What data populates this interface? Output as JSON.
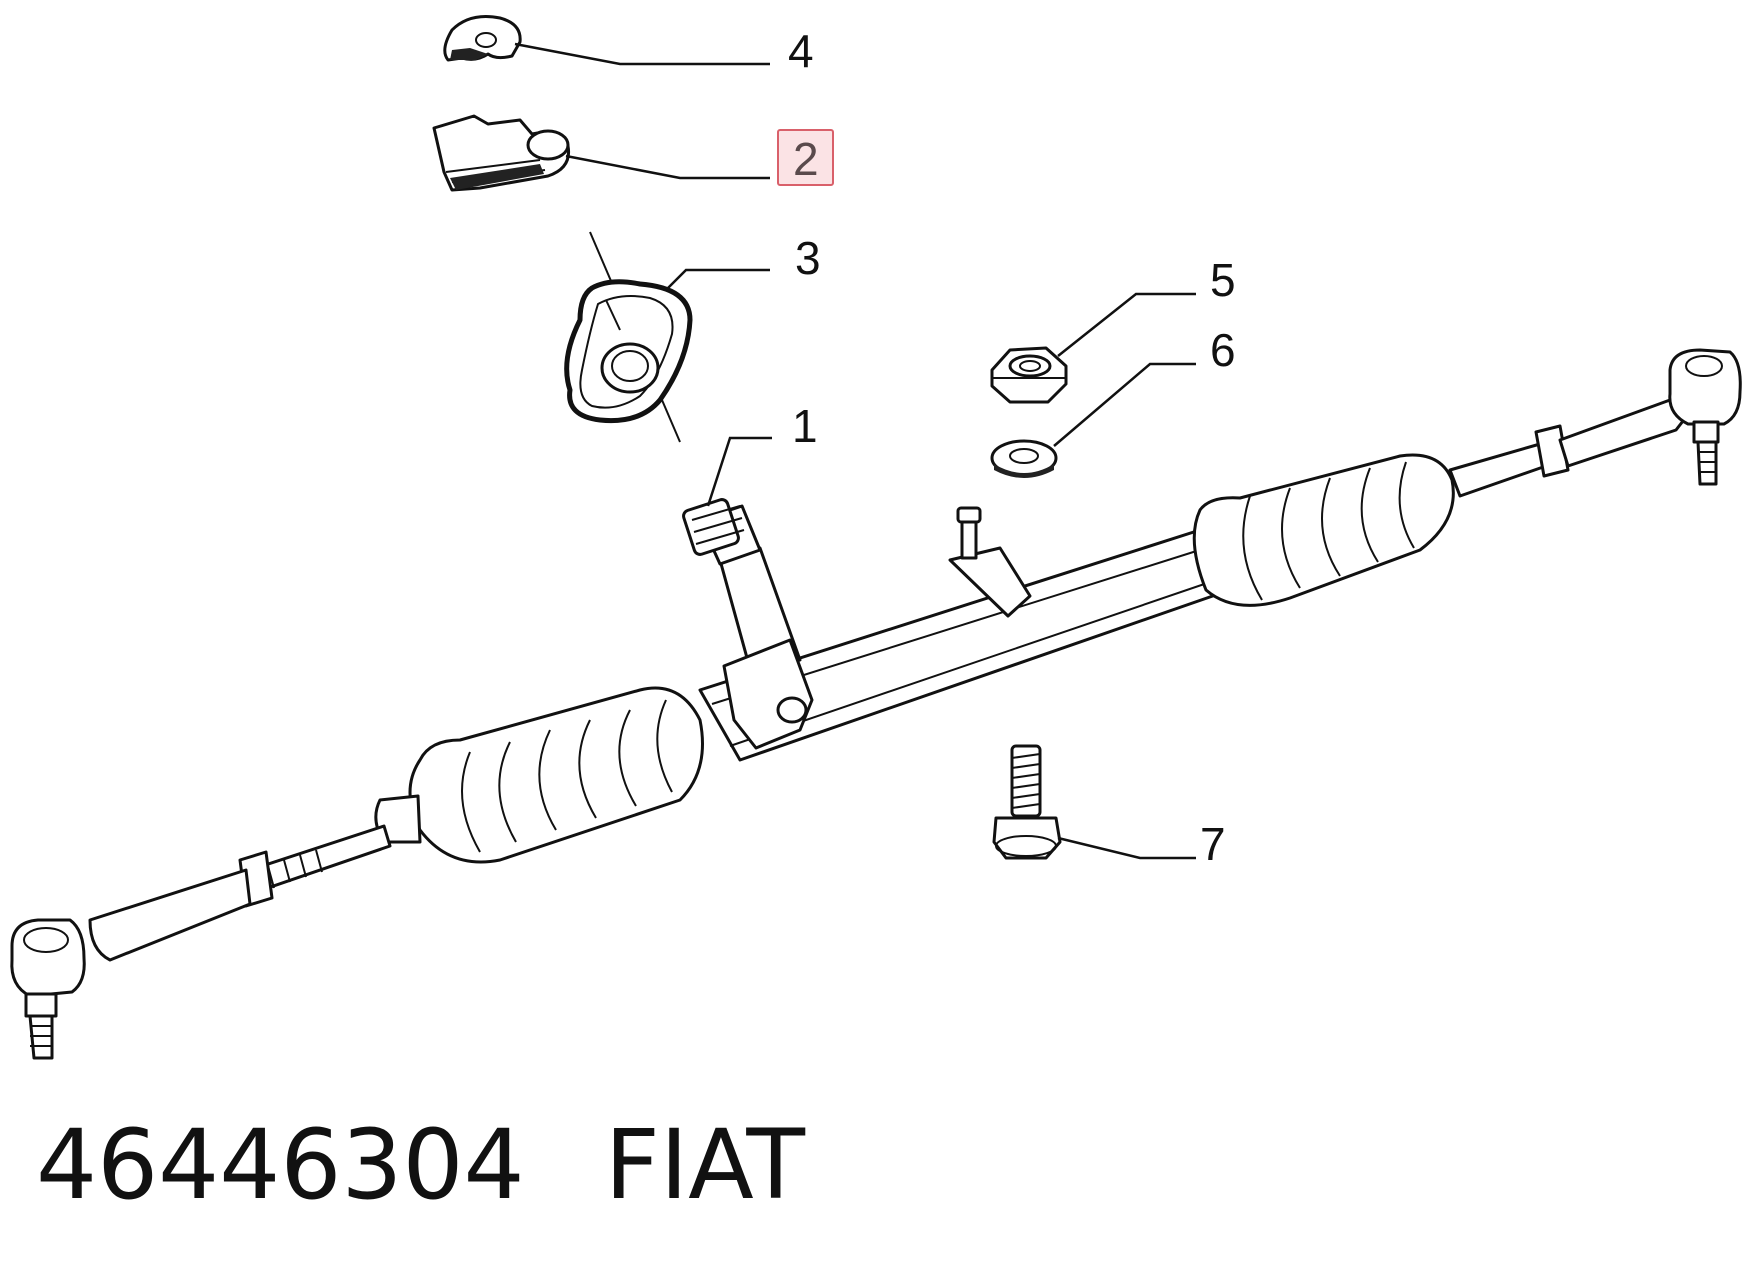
{
  "callouts": [
    {
      "id": "1",
      "label": "1",
      "highlighted": false
    },
    {
      "id": "2",
      "label": "2",
      "highlighted": true
    },
    {
      "id": "3",
      "label": "3",
      "highlighted": false
    },
    {
      "id": "4",
      "label": "4",
      "highlighted": false
    },
    {
      "id": "5",
      "label": "5",
      "highlighted": false
    },
    {
      "id": "6",
      "label": "6",
      "highlighted": false
    },
    {
      "id": "7",
      "label": "7",
      "highlighted": false
    }
  ],
  "footer": {
    "part_number": "46446304",
    "brand": "FIAT"
  },
  "colors": {
    "highlight_border": "#d9606a",
    "highlight_fill": "#fbe3e5",
    "line": "#111111"
  }
}
